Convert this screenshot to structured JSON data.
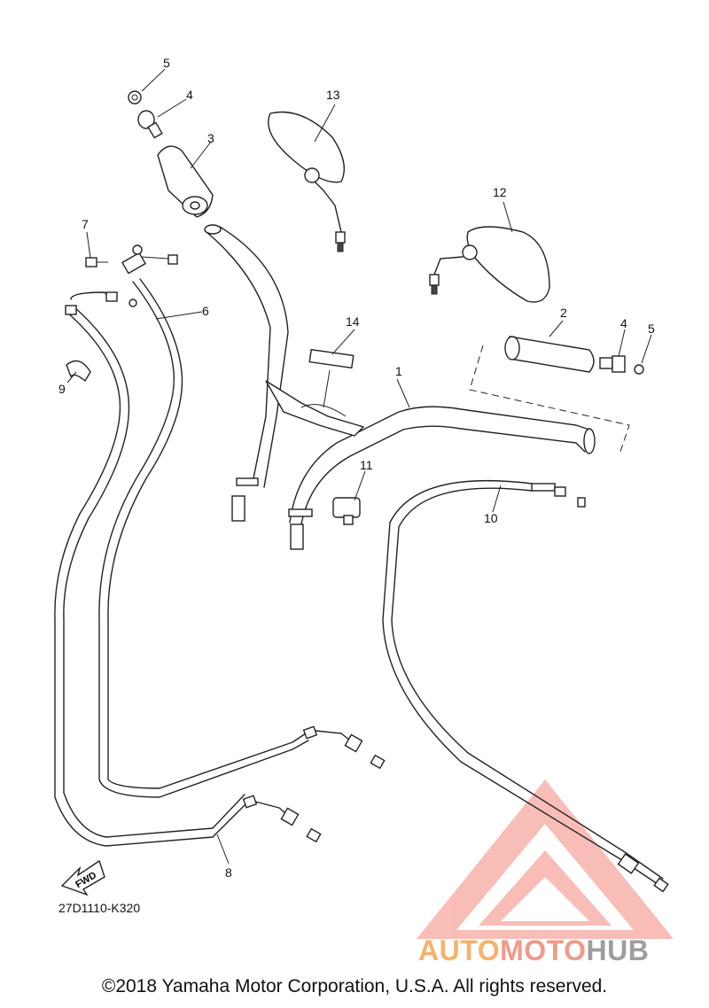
{
  "diagram": {
    "code": "27D1110-K320",
    "fwd_label": "FWD",
    "copyright": "©2018 Yamaha Motor Corporation, U.S.A. All rights reserved.",
    "callouts": [
      {
        "id": "c1",
        "number": "1"
      },
      {
        "id": "c2",
        "number": "2"
      },
      {
        "id": "c3",
        "number": "3"
      },
      {
        "id": "c4a",
        "number": "4"
      },
      {
        "id": "c4b",
        "number": "4"
      },
      {
        "id": "c5a",
        "number": "5"
      },
      {
        "id": "c5b",
        "number": "5"
      },
      {
        "id": "c6",
        "number": "6"
      },
      {
        "id": "c7",
        "number": "7"
      },
      {
        "id": "c8",
        "number": "8"
      },
      {
        "id": "c9",
        "number": "9"
      },
      {
        "id": "c10",
        "number": "10"
      },
      {
        "id": "c11",
        "number": "11"
      },
      {
        "id": "c12",
        "number": "12"
      },
      {
        "id": "c13",
        "number": "13"
      },
      {
        "id": "c14",
        "number": "14"
      }
    ]
  },
  "watermark": {
    "part1": "AUTO",
    "part2": "MOTO",
    "part3": "HUB",
    "colors": {
      "auto": "#f6b26b",
      "moto": "#f09a8a",
      "hub": "#9e9e9e",
      "logo": "#f28b82"
    }
  }
}
